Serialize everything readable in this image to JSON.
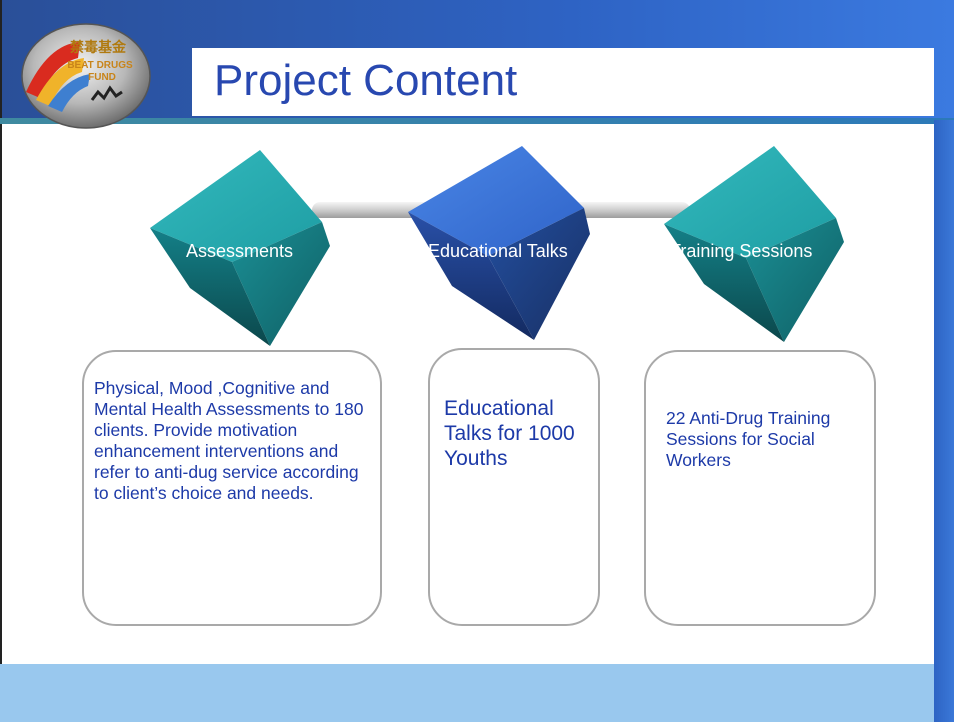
{
  "slide": {
    "title": "Project Content",
    "logo": {
      "icon": "beat-drugs-fund-logo",
      "text_lines": [
        "禁毒基金",
        "BEAT DRUGS",
        "FUND"
      ]
    },
    "colors": {
      "title": "#2848b0",
      "header": "#2e63c4",
      "teal_cube": "#1aa0a6",
      "blue_cube": "#2e5fc8",
      "footer": "#99c8ee",
      "body_text": "#1d3aa8"
    }
  },
  "process": {
    "steps": [
      {
        "label": "Assessments",
        "cube_color": "teal"
      },
      {
        "label": "Educational Talks",
        "cube_color": "blue"
      },
      {
        "label": "Training Sessions",
        "cube_color": "teal"
      }
    ]
  },
  "details": {
    "assessments": "Physical, Mood ,Cognitive and Mental Health Assessments to 180 clients. Provide motivation enhancement interventions and refer to anti-dug service according to client’s choice and needs.",
    "talks": "Educational Talks for 1000 Youths",
    "training": "22 Anti-Drug Training Sessions  for Social Workers"
  }
}
